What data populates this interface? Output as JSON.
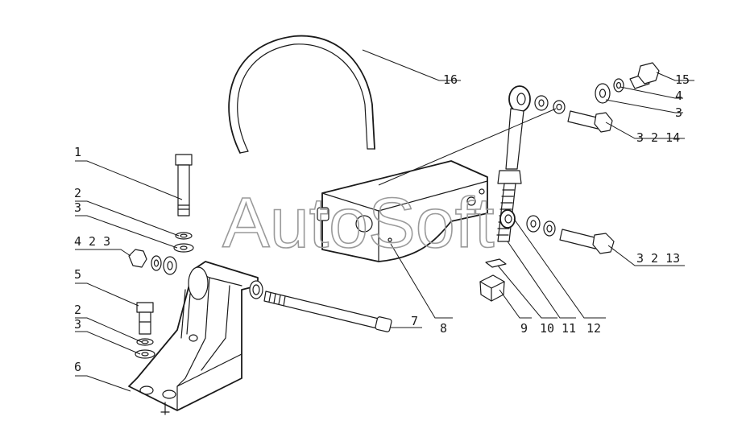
{
  "watermark": "AutoSoft",
  "labels": {
    "l1": "1",
    "l2a": "2",
    "l3a": "3",
    "l423": "4 2 3",
    "l5": "5",
    "l2b": "2",
    "l3b": "3",
    "l6": "6",
    "l7": "7",
    "l8": "8",
    "l9": "9",
    "l10": "10",
    "l11": "11",
    "l12": "12",
    "l15": "15",
    "l4": "4",
    "l3c": "3",
    "l3214": "3 2 14",
    "l3213": "3 2 13",
    "l16": "16"
  }
}
